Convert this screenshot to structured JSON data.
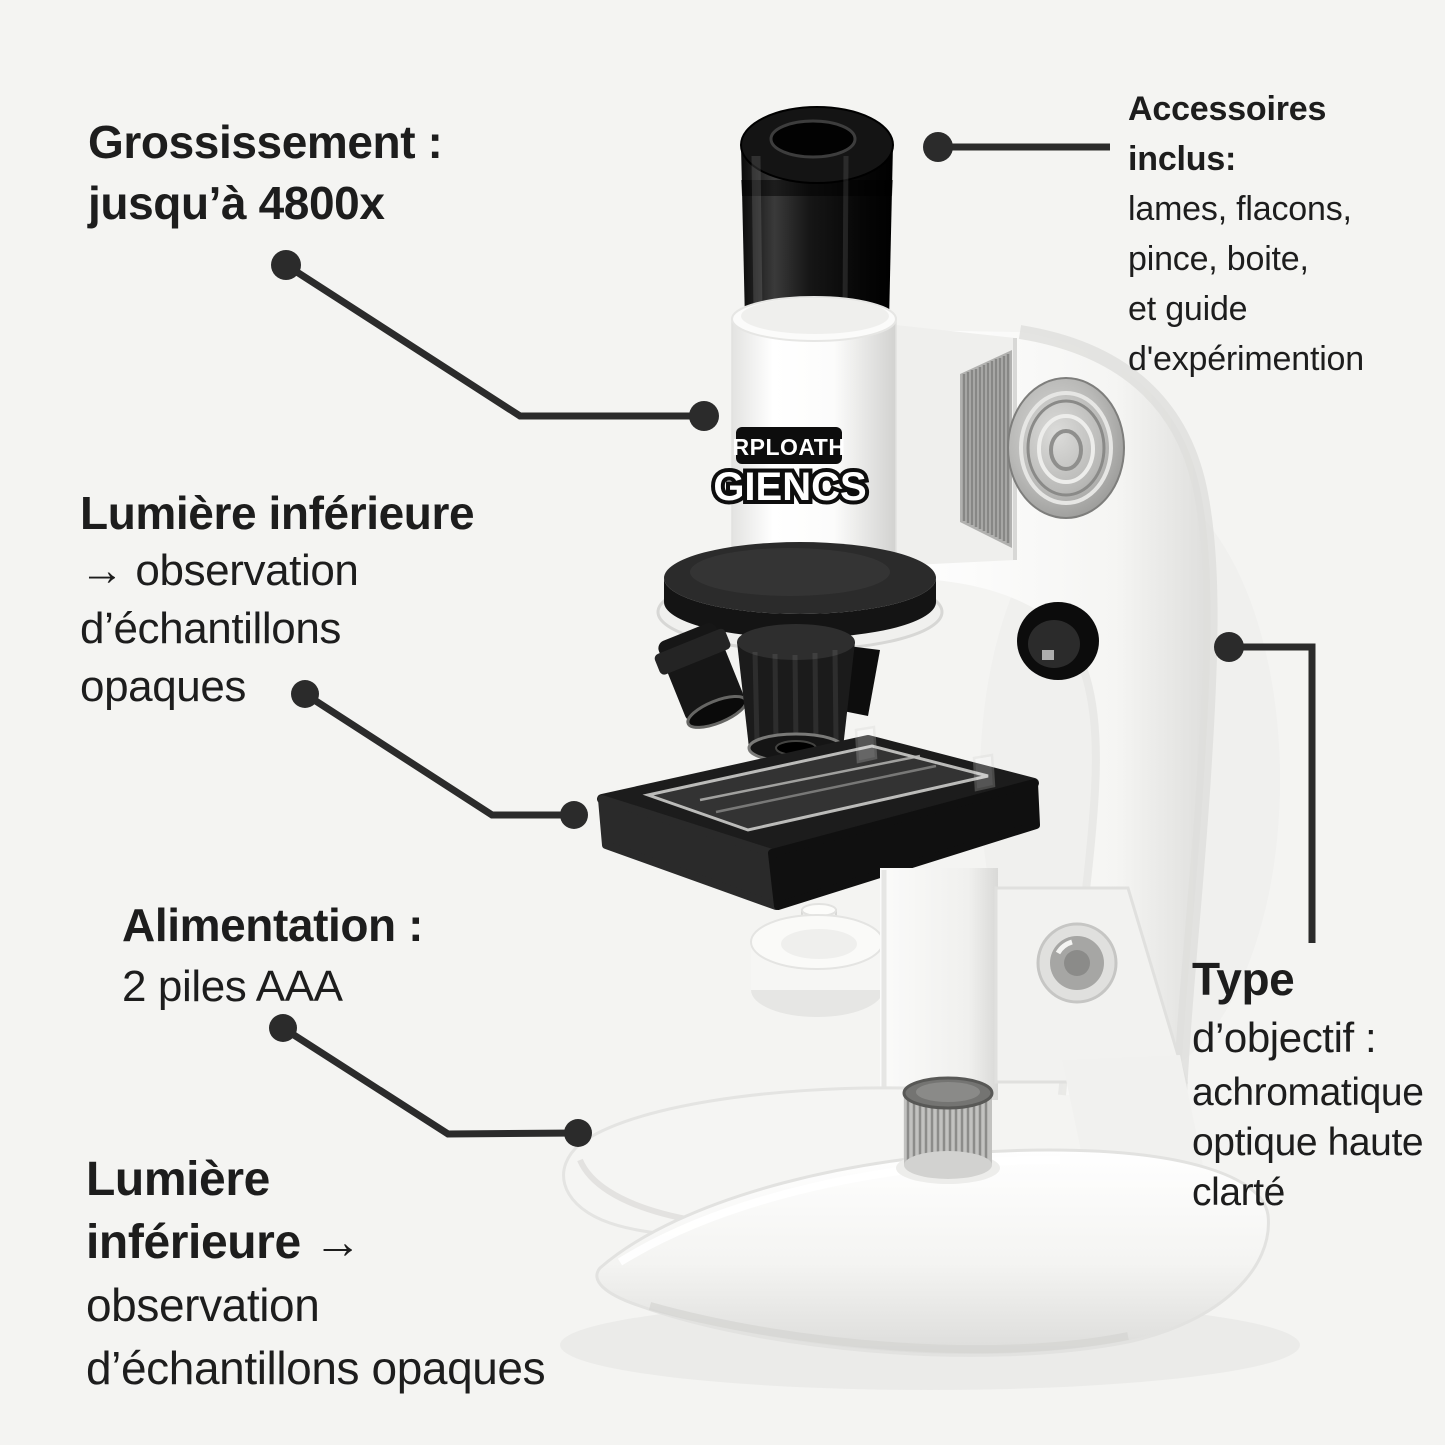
{
  "page": {
    "background": "#f4f4f2",
    "text_color": "#1d1d1d",
    "leader_color": "#2b2b2b"
  },
  "annotations": {
    "magnification": {
      "line1": "Grossissement :",
      "line2": "jusqu’à 4800x"
    },
    "accessories": {
      "bold1": "Accessoires",
      "bold2": "inclus:",
      "line1": "lames, flacons,",
      "line2": "pince, boite,",
      "line3": "et guide",
      "line4": "d'expérimention"
    },
    "lower_light_upper": {
      "title": "Lumière inférieure",
      "line1": "→ observation",
      "line2": "d’échantillons",
      "line3": "opaques"
    },
    "power": {
      "title": "Alimentation :",
      "line1": "2 piles AAA"
    },
    "lower_light_bottom": {
      "title1": "Lumière",
      "title2": "inférieure →",
      "line1": "observation",
      "line2": "d’échantillons opaques"
    },
    "objective_type": {
      "title": "Type",
      "subtitle": "d’objectif :",
      "line1": "achromatique",
      "line2": "optique haute",
      "line3": "clarté"
    }
  },
  "microscope": {
    "brand_line1": "RPLOATH",
    "brand_line2": "GIENCS"
  }
}
